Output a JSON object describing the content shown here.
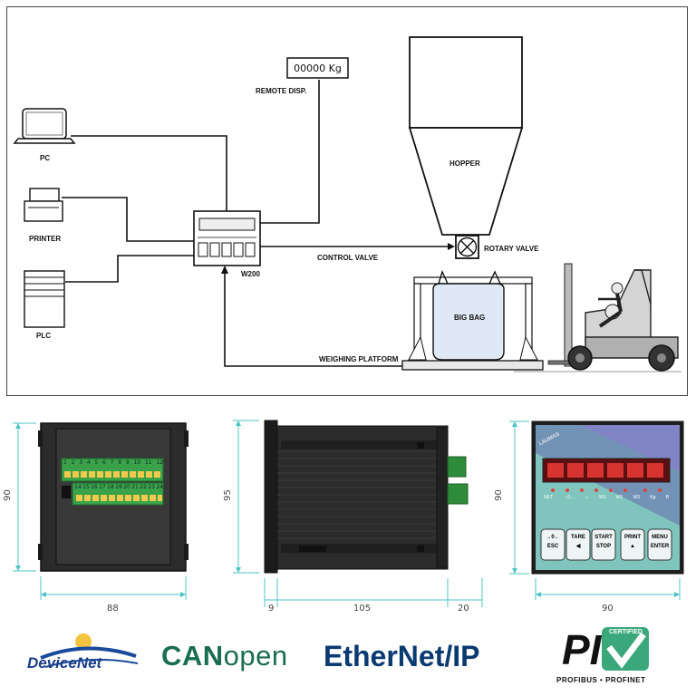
{
  "diagram": {
    "remote_display_value": "00000 Kg",
    "remote_display_label": "REMOTE DISP.",
    "pc_label": "PC",
    "printer_label": "PRINTER",
    "plc_label": "PLC",
    "controller_label": "W200",
    "control_valve_label": "CONTROL VALVE",
    "hopper_label": "HOPPER",
    "rotary_valve_label": "ROTARY VALVE",
    "big_bag_label": "BIG BAG",
    "weighing_platform_label": "WEIGHING PLATFORM"
  },
  "dimensions": {
    "back_height": "90",
    "back_width": "88",
    "side_height": "95",
    "side_w1": "9",
    "side_w2": "105",
    "side_w3": "20",
    "front_height": "90",
    "front_width": "90"
  },
  "terminals": {
    "top_row": [
      "1",
      "2",
      "3",
      "4",
      "5",
      "6",
      "7",
      "8",
      "9",
      "10",
      "11",
      "12"
    ],
    "bottom_row": [
      "14",
      "15",
      "16",
      "17",
      "18",
      "19",
      "20",
      "21",
      "22",
      "23",
      "24"
    ]
  },
  "front_panel": {
    "brand": "LAUMAS",
    "indicators": [
      "NET",
      "→0←",
      "⊥",
      "W1",
      "W2",
      "W3",
      "Kg",
      "B"
    ],
    "keys": [
      {
        "top": "→0←",
        "bottom": "ESC"
      },
      {
        "top": "TARE",
        "bottom": "◀"
      },
      {
        "top": "START",
        "bottom": "STOP"
      },
      {
        "top": "PRINT",
        "bottom": "▲"
      },
      {
        "top": "MENU",
        "bottom": "ENTER"
      }
    ]
  },
  "logos": {
    "devicenet": "DeviceNet",
    "canopen_bold": "CAN",
    "canopen_light": "open",
    "ethernetip": "EtherNet/IP",
    "pi_text": "PI",
    "pi_certified": "CERTIFIED",
    "pi_sub": "PROFIBUS • PROFINET"
  },
  "colors": {
    "green_terminal": "#3aa34a",
    "teal_dimension": "#4fc3c3",
    "panel_teal": "#7fc5bd",
    "display_red": "#c62828",
    "canopen_green": "#1a6e4f",
    "ethernetip_blue": "#0b3a70"
  }
}
